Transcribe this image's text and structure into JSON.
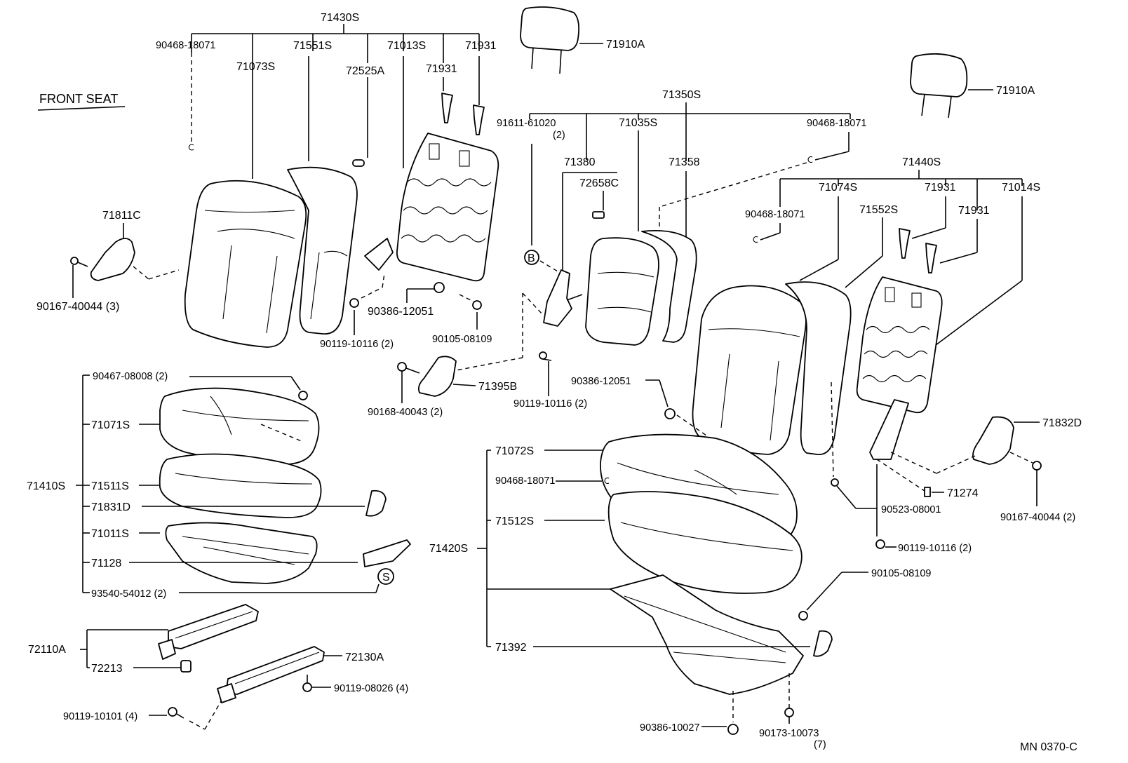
{
  "title": "FRONT SEAT",
  "footer_code": "MN 0370-C",
  "labels": {
    "p71430S": "71430S",
    "p90468_18071_a": "90468-18071",
    "p71073S": "71073S",
    "p71551S": "71551S",
    "p72525A": "72525A",
    "p71013S": "71013S",
    "p71931_a": "71931",
    "p71931_b": "71931",
    "p71910A_a": "71910A",
    "p71910A_b": "71910A",
    "p71811C": "71811C",
    "p90167_40044_3": "90167-40044 (3)",
    "p90386_12051_a": "90386-12051",
    "p90119_10116_a": "90119-10116 (2)",
    "p90105_08109_a": "90105-08109",
    "p71350S": "71350S",
    "p91611_61020": "91611-61020",
    "p91611_qty": "(2)",
    "p71035S": "71035S",
    "p90468_18071_b": "90468-18071",
    "p71380": "71380",
    "p71358": "71358",
    "p72658C": "72658C",
    "p71440S": "71440S",
    "p71074S": "71074S",
    "p90468_18071_c": "90468-18071",
    "p71552S": "71552S",
    "p71931_c": "71931",
    "p71931_d": "71931",
    "p71014S": "71014S",
    "pB": "B",
    "p90467_08008": "90467-08008 (2)",
    "p71071S": "71071S",
    "p71410S": "71410S",
    "p71511S": "71511S",
    "p71831D": "71831D",
    "p71011S": "71011S",
    "p71128": "71128",
    "pS": "S",
    "p93540_54012": "93540-54012 (2)",
    "p90168_40043": "90168-40043 (2)",
    "p71395B": "71395B",
    "p90119_10116_b": "90119-10116 (2)",
    "p90386_12051_b": "90386-12051",
    "p71072S": "71072S",
    "p90468_18071_d": "90468-18071",
    "p71512S": "71512S",
    "p71420S": "71420S",
    "p71392": "71392",
    "p71832D": "71832D",
    "p71274": "71274",
    "p90523_08001": "90523-08001",
    "p90167_40044_2": "90167-40044 (2)",
    "p90119_10116_c": "90119-10116 (2)",
    "p90105_08109_b": "90105-08109",
    "p72110A": "72110A",
    "p72213": "72213",
    "p72130A": "72130A",
    "p90119_08026": "90119-08026 (4)",
    "p90119_10101": "90119-10101 (4)",
    "p90386_10027": "90386-10027",
    "p90173_10073": "90173-10073",
    "p90173_qty": "(7)"
  }
}
